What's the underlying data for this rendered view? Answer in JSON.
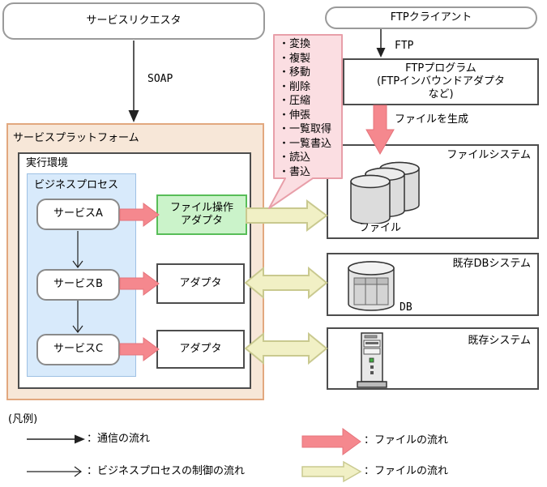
{
  "top": {
    "service_requester": "サービスリクエスタ",
    "ftp_client": "FTPクライアント",
    "soap_label": "SOAP",
    "ftp_label": "FTP"
  },
  "right_column": {
    "ftp_program_lines": [
      "FTPプログラム",
      "(FTPインバウンドアダプタ",
      "など)"
    ],
    "file_generate_label": "ファイルを生成",
    "file_system": {
      "title": "ファイルシステム",
      "icon": "file-cylinders-icon",
      "icon_label": "ファイル"
    },
    "db_system": {
      "title": "既存DBシステム",
      "icon": "database-icon",
      "icon_label": "DB"
    },
    "legacy_system": {
      "title": "既存システム",
      "icon": "server-icon"
    }
  },
  "platform": {
    "title": "サービスプラットフォーム",
    "exec_env_title": "実行環境",
    "business_process_title": "ビジネスプロセス",
    "services": [
      "サービスA",
      "サービスB",
      "サービスC"
    ],
    "file_adapter_lines": [
      "ファイル操作",
      "アダプタ"
    ],
    "adapters": [
      "アダプタ",
      "アダプタ"
    ]
  },
  "callout": {
    "items": [
      "・変換",
      "・複製",
      "・移動",
      "・削除",
      "・圧縮",
      "・伸張",
      "・一覧取得",
      "・一覧書込",
      "・読込",
      "・書込"
    ]
  },
  "legend": {
    "title": "(凡例)",
    "left": [
      {
        "arrow": "solid-black-arrow",
        "label": "：通信の流れ"
      },
      {
        "arrow": "open-black-arrow",
        "label": "：ビジネスプロセスの制御の流れ"
      }
    ],
    "right": [
      {
        "arrow": "pink-block-arrow",
        "label": "：ファイルの流れ"
      },
      {
        "arrow": "yellow-block-arrow",
        "label": "：ファイルの流れ"
      }
    ]
  },
  "colors": {
    "platform_fill": "#f7e7d8",
    "platform_border": "#e2a87f",
    "process_fill": "#d8eafb",
    "process_border": "#9ec1e4",
    "adapter_green_fill": "#cbf3ca",
    "adapter_green_border": "#58bd58",
    "callout_fill": "#fbdee2",
    "callout_border": "#e89fa9",
    "pink_arrow_fill": "#f5888e",
    "pink_arrow_border": "#e5737b",
    "yellow_arrow_fill": "#f1f0c5",
    "yellow_arrow_border": "#c9c98f",
    "box_border_dark": "#4d4d4d",
    "box_border_gray": "#9a9a9a"
  }
}
